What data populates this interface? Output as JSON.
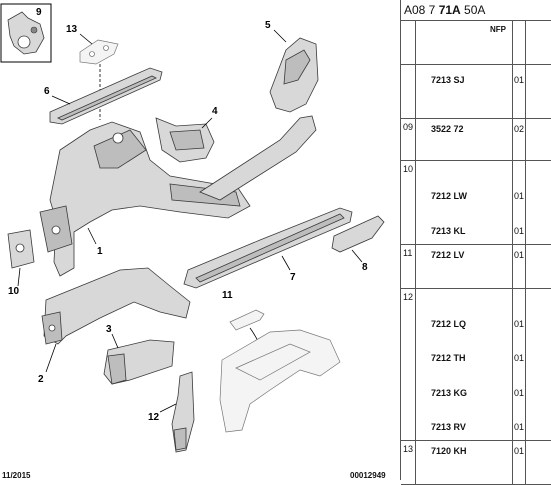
{
  "diagram": {
    "callouts": [
      {
        "id": "9",
        "label": "9"
      },
      {
        "id": "13",
        "label": "13"
      },
      {
        "id": "6",
        "label": "6"
      },
      {
        "id": "5",
        "label": "5"
      },
      {
        "id": "4",
        "label": "4"
      },
      {
        "id": "1",
        "label": "1"
      },
      {
        "id": "10",
        "label": "10"
      },
      {
        "id": "7",
        "label": "7"
      },
      {
        "id": "8",
        "label": "8"
      },
      {
        "id": "11",
        "label": "11"
      },
      {
        "id": "2",
        "label": "2"
      },
      {
        "id": "3",
        "label": "3"
      },
      {
        "id": "12",
        "label": "12"
      }
    ],
    "footer_date": "11/2015",
    "footer_code": "00012949"
  },
  "parts_panel": {
    "ref_prefix": "A08 7 ",
    "ref_bold": "71A",
    "ref_suffix": " 50A",
    "nfp_header": "NFP",
    "rows": [
      {
        "pos": "",
        "lines": [
          {
            "nfp": "7213 SJ",
            "qty": "01"
          }
        ]
      },
      {
        "pos": "09",
        "lines": [
          {
            "nfp": "3522 72",
            "qty": "02"
          }
        ]
      },
      {
        "pos": "10",
        "lines": [
          {
            "nfp": "7212 LW",
            "qty": "01"
          },
          {
            "nfp": "7213 KL",
            "qty": "01"
          }
        ]
      },
      {
        "pos": "11",
        "lines": [
          {
            "nfp": "7212 LV",
            "qty": "01"
          }
        ]
      },
      {
        "pos": "12",
        "lines": [
          {
            "nfp": "7212 LQ",
            "qty": "01"
          },
          {
            "nfp": "7212 TH",
            "qty": "01"
          },
          {
            "nfp": "7213 KG",
            "qty": "01"
          },
          {
            "nfp": "7213 RV",
            "qty": "01"
          }
        ]
      },
      {
        "pos": "13",
        "lines": [
          {
            "nfp": "7120 KH",
            "qty": "01"
          }
        ]
      }
    ]
  },
  "colors": {
    "line": "#3a3a3a",
    "part_fill": "#d8d8d8",
    "border": "#555555"
  }
}
